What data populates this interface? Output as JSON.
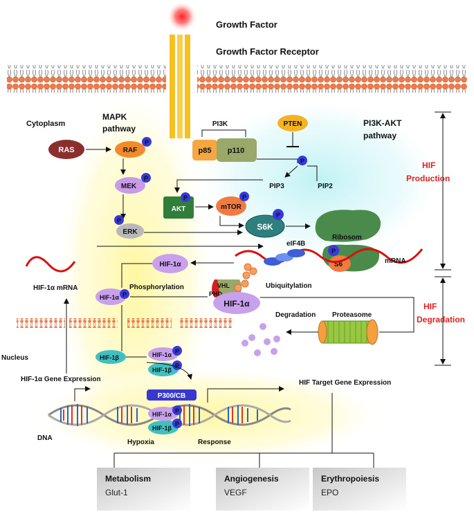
{
  "labels": {
    "growth_factor": "Growth Factor",
    "growth_factor_receptor": "Growth Factor Receptor",
    "cytoplasm": "Cytoplasm",
    "mapk_line1": "MAPK",
    "mapk_line2": "pathway",
    "pi3k": "PI3K",
    "pi3k_akt_line1": "PI3K-AKT",
    "pi3k_akt_line2": "pathway",
    "hif_production_line1": "HIF",
    "hif_production_line2": "Production",
    "hif_degradation_line1": "HIF",
    "hif_degradation_line2": "Degradation",
    "ribosom": "Ribosom",
    "eif4b": "eIF4B",
    "mrna": "mRNA",
    "hif1a_mrna": "HIF-1α mRNA",
    "phosphorylation": "Phosphorylation",
    "ubiquitylation": "Ubiquitylation",
    "degradation": "Degradation",
    "proteasome": "Proteasome",
    "nucleus": "Nucleus",
    "hif1a_gene_expression": "HIF-1α Gene Expression",
    "hif_target_gene_expression": "HIF Target Gene Expression",
    "dna": "DNA",
    "hypoxia": "Hypoxia",
    "response": "Response"
  },
  "molecules": {
    "ras": "RAS",
    "raf": "RAF",
    "mek": "MEK",
    "erk": "ERK",
    "p85": "p85",
    "p110": "p110",
    "pten": "PTEN",
    "pip3": "PIP3",
    "pip2": "PIP2",
    "akt": "AKT",
    "mtor": "mTOR",
    "s6k": "S6K",
    "s6": "S6",
    "hif1a": "HIF-1α",
    "hif1a_short": "HIF-1α",
    "hif1b_short": "HIF-1β",
    "vhl": "VHL",
    "phd": "PHD",
    "p300": "P300/CB",
    "p": "P"
  },
  "outcomes": [
    {
      "title": "Metabolism",
      "detail": "Glut-1"
    },
    {
      "title": "Angiogenesis",
      "detail": "VEGF"
    },
    {
      "title": "Erythropoiesis",
      "detail": "EPO"
    }
  ],
  "colors": {
    "ras": "#8b2e2e",
    "raf": "#f08a2a",
    "mek": "#c89ae8",
    "erk": "#b8b8b8",
    "p85": "#f5a742",
    "p110": "#9aa86a",
    "pten": "#f5b322",
    "akt": "#2f7f3a",
    "mtor": "#f07a40",
    "s6k": "#2f7f7f",
    "s6": "#f07a40",
    "hif1a": "#c8a0ec",
    "hif1b": "#40c0c0",
    "vhl": "#9aa86a",
    "phd": "#d02020",
    "p300": "#3838d0",
    "phospho": "#3838e0",
    "proteasome": "#98c840",
    "membrane_head": "#f07a4a",
    "label_red": "#e02020"
  }
}
